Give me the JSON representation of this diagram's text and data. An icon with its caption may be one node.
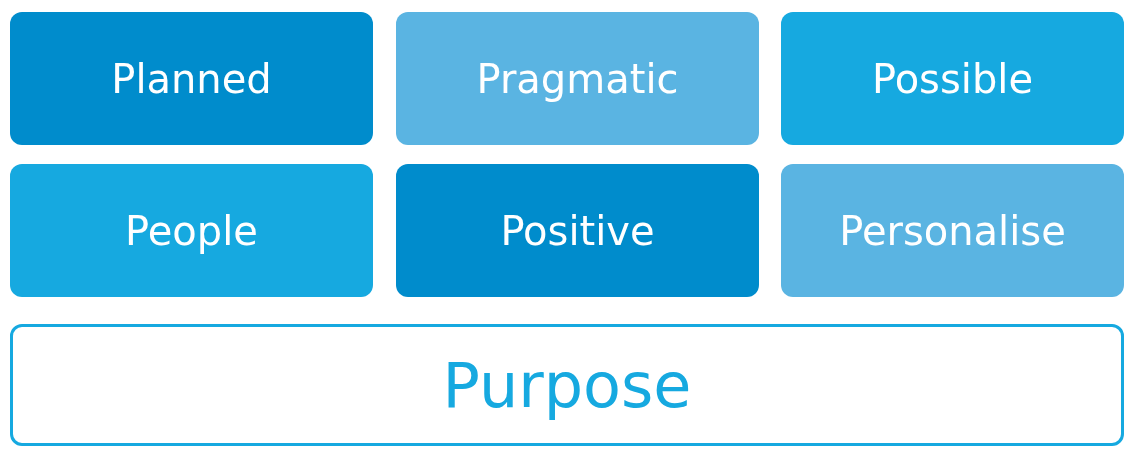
{
  "diagram": {
    "nodes": [
      {
        "text": [
          "Planned"
        ]
      },
      {
        "text": [
          "Pragmatic"
        ]
      },
      {
        "text": [
          "Possible"
        ]
      },
      {
        "text": [
          "People"
        ]
      },
      {
        "text": [
          "Positive"
        ]
      },
      {
        "text": [
          "Personalise"
        ]
      },
      {
        "text": [
          "Purpose"
        ]
      }
    ]
  }
}
